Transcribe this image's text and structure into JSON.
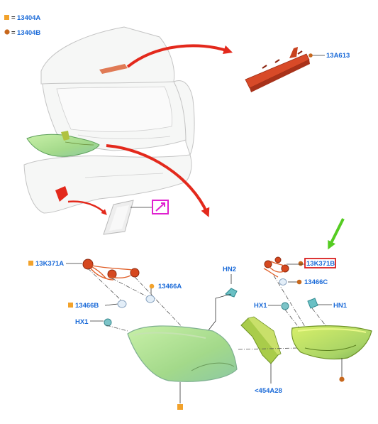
{
  "legend": [
    {
      "marker": "square",
      "color": "#f2a22b",
      "equals": "=",
      "code": "13404A"
    },
    {
      "marker": "circle",
      "color": "#c7671c",
      "equals": "=",
      "code": "13404B"
    }
  ],
  "labels": {
    "hmsl": "13A613",
    "socket_left": "13K371A",
    "socket_right": "13K371B",
    "bulb_left_a": "13466A",
    "bulb_left_b": "13466B",
    "bulb_right": "13466C",
    "hn2": "HN2",
    "hx1_left": "HX1",
    "hx1_right": "HX1",
    "hn1": "HN1",
    "bracket": "<454A28"
  },
  "colors": {
    "label_blue": "#1a6ad8",
    "arrow_red": "#e3291c",
    "highlight_red": "#d81e1e",
    "pointer_green": "#55cc22",
    "magenta": "#e020d0",
    "lamp_green": "#aede8c",
    "marker_orange": "#f2a22b",
    "marker_brown": "#c7671c"
  }
}
